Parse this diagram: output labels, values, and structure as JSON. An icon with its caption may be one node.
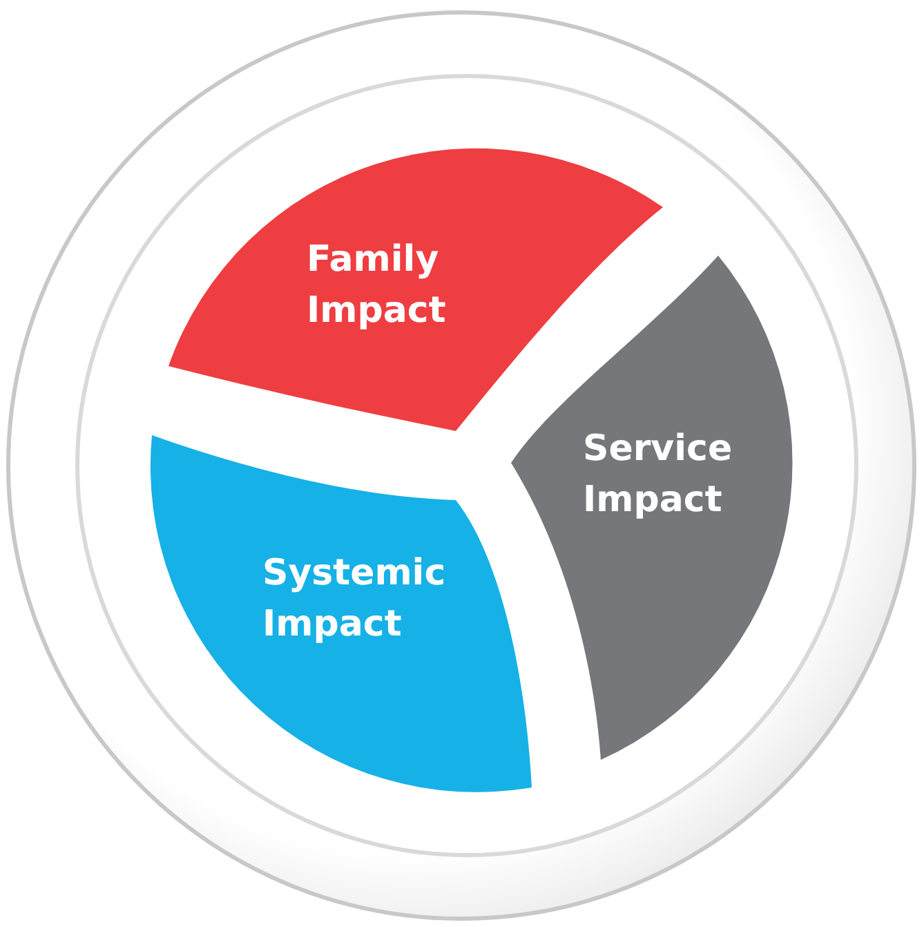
{
  "diagram": {
    "nodes": [
      {
        "text": [
          "Family Impact"
        ]
      },
      {
        "text": [
          "Service Impact"
        ]
      },
      {
        "text": [
          "Systemic Impact"
        ]
      }
    ]
  }
}
